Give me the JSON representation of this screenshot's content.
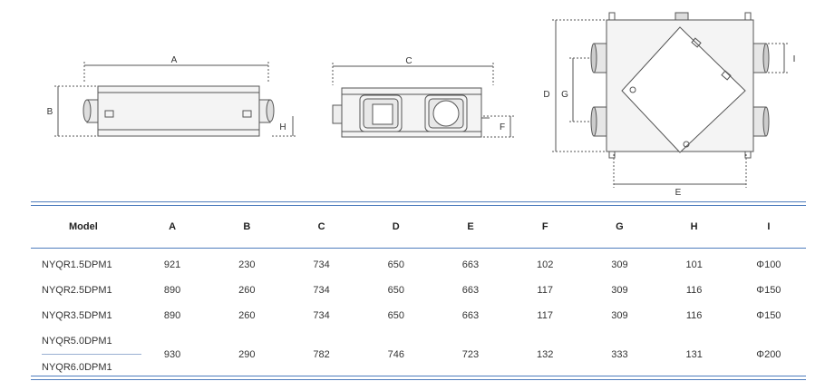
{
  "drawings": {
    "front_labels": {
      "A": "A",
      "B": "B",
      "H": "H"
    },
    "side_labels": {
      "C": "C",
      "F": "F"
    },
    "top_labels": {
      "D": "D",
      "G": "G",
      "E": "E",
      "I": "I"
    }
  },
  "table": {
    "columns": [
      "Model",
      "A",
      "B",
      "C",
      "D",
      "E",
      "F",
      "G",
      "H",
      "I"
    ],
    "rows": [
      {
        "models": [
          "NYQR1.5DPM1"
        ],
        "values": [
          "921",
          "230",
          "734",
          "650",
          "663",
          "102",
          "309",
          "101",
          "Φ100"
        ]
      },
      {
        "models": [
          "NYQR2.5DPM1"
        ],
        "values": [
          "890",
          "260",
          "734",
          "650",
          "663",
          "117",
          "309",
          "116",
          "Φ150"
        ]
      },
      {
        "models": [
          "NYQR3.5DPM1"
        ],
        "values": [
          "890",
          "260",
          "734",
          "650",
          "663",
          "117",
          "309",
          "116",
          "Φ150"
        ]
      },
      {
        "models": [
          "NYQR5.0DPM1",
          "NYQR6.0DPM1"
        ],
        "values": [
          "930",
          "290",
          "782",
          "746",
          "723",
          "132",
          "333",
          "131",
          "Φ200"
        ]
      }
    ]
  },
  "colors": {
    "rule": "#4f7dbd",
    "line": "#555555"
  }
}
